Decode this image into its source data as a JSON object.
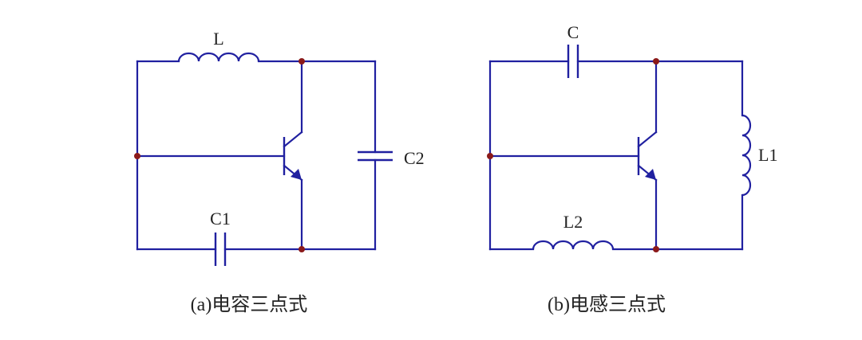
{
  "left": {
    "inductor": "L",
    "cap1": "C1",
    "cap2": "C2",
    "caption": "(a)电容三点式"
  },
  "right": {
    "cap": "C",
    "ind1": "L1",
    "ind2": "L2",
    "caption": "(b)电感三点式"
  },
  "colors": {
    "wire": "#2020a0",
    "node": "#8b1a1a",
    "text": "#222222"
  }
}
